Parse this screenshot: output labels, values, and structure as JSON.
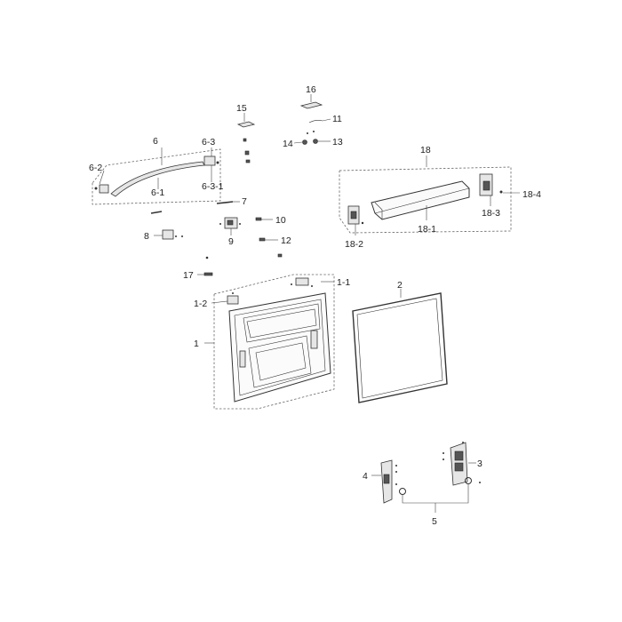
{
  "diagram": {
    "labels": {
      "l16": "16",
      "l15": "15",
      "l11": "11",
      "l14": "14",
      "l13": "13",
      "l6": "6",
      "l6_3": "6-3",
      "l6_2": "6-2",
      "l6_1": "6-1",
      "l6_3_1": "6-3-1",
      "l7": "7",
      "l10": "10",
      "l8": "8",
      "l9": "9",
      "l12": "12",
      "l17": "17",
      "l18": "18",
      "l18_4": "18-4",
      "l18_3": "18-3",
      "l18_1": "18-1",
      "l18_2": "18-2",
      "l1_1": "1-1",
      "l1_2": "1-2",
      "l1": "1",
      "l2": "2",
      "l4": "4",
      "l3": "3",
      "l5": "5"
    }
  }
}
